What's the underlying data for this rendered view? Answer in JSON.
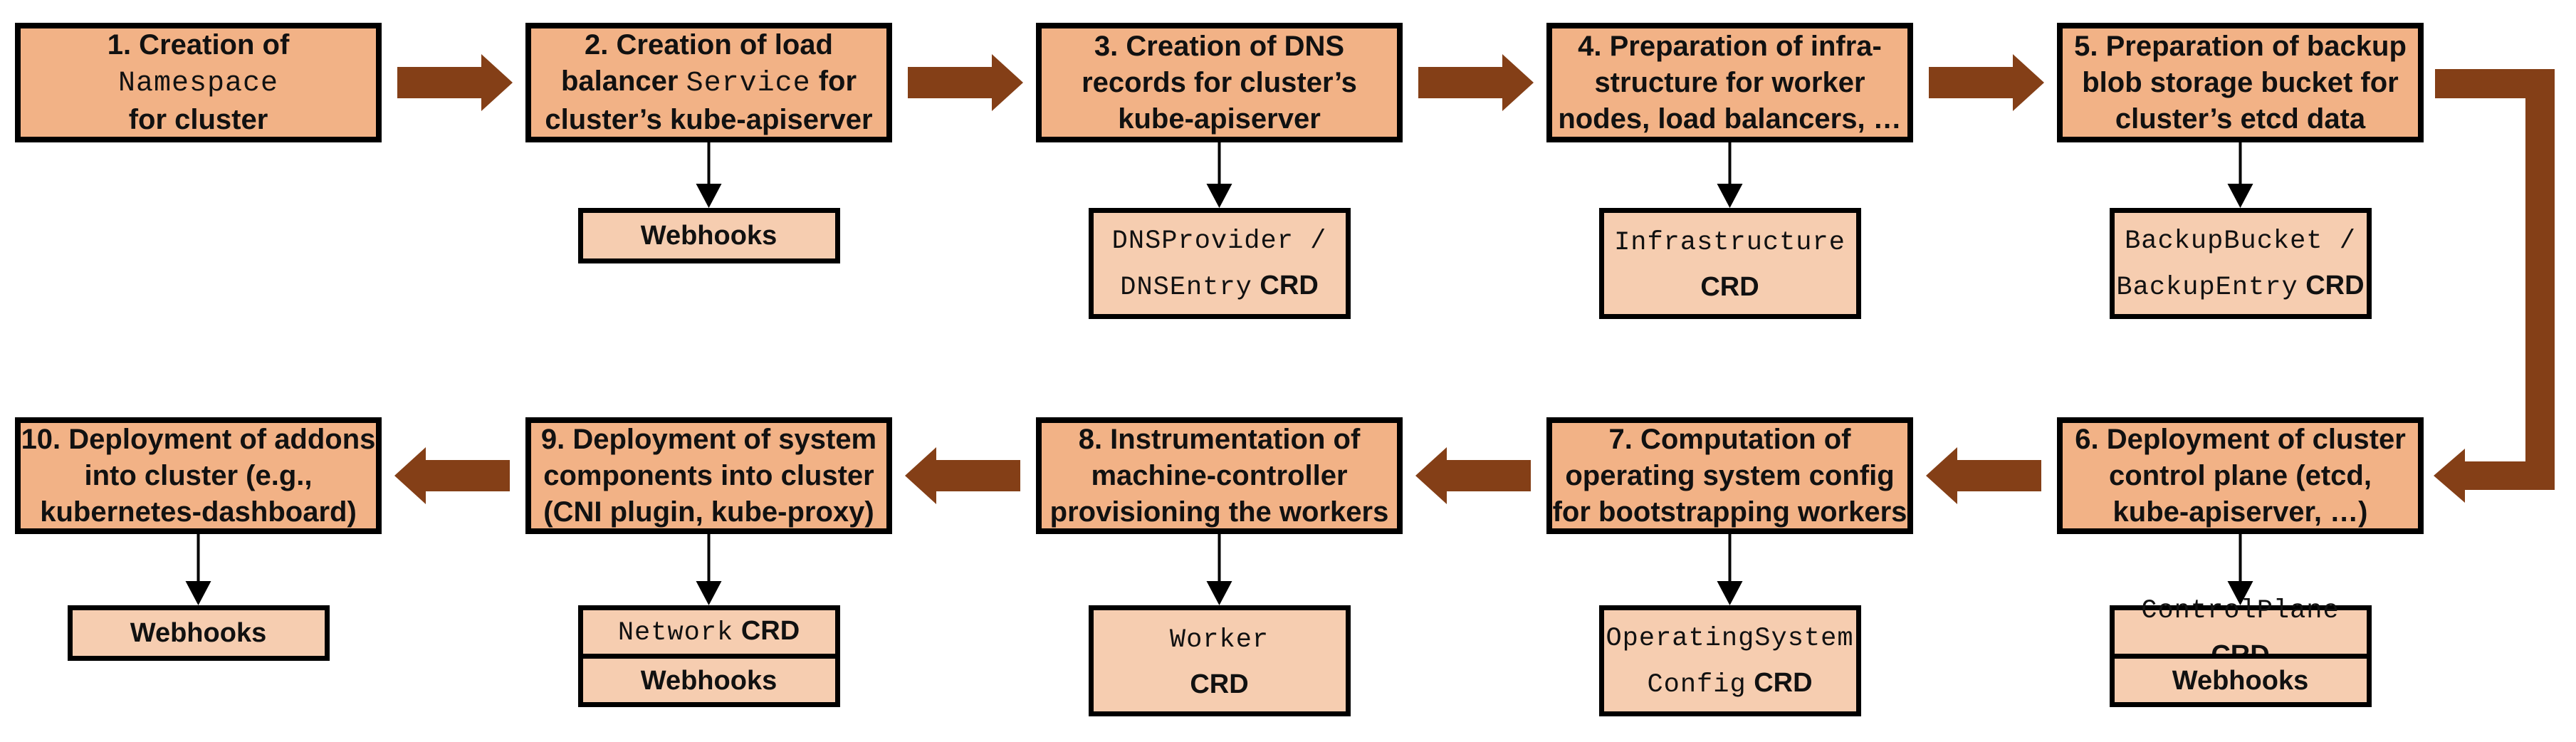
{
  "diagram_title": "Cluster creation flow with extension CRDs and webhooks",
  "theme": {
    "box_fill": "#F2B286",
    "sub_fill": "#F6CDB0",
    "arrow_color": "#843F17",
    "border_color": "#000000",
    "background": "#FFFFFF",
    "text_color": "#111111"
  },
  "flow": {
    "steps": [
      {
        "id": "step-1",
        "row": "top",
        "col": 0,
        "lines": [
          [
            {
              "t": "1. Creation of"
            }
          ],
          [
            {
              "t": "Namespace",
              "f": "mono"
            }
          ],
          [
            {
              "t": "for cluster"
            }
          ]
        ],
        "children": []
      },
      {
        "id": "step-2",
        "row": "top",
        "col": 1,
        "lines": [
          [
            {
              "t": "2. Creation of load"
            }
          ],
          [
            {
              "t": "balancer "
            },
            {
              "t": "Service",
              "f": "mono"
            },
            {
              "t": " for"
            }
          ],
          [
            {
              "t": "cluster’s kube-apiserver"
            }
          ]
        ],
        "children": [
          {
            "kind": "webhooks",
            "lines": [
              [
                {
                  "t": "Webhooks"
                }
              ]
            ]
          }
        ]
      },
      {
        "id": "step-3",
        "row": "top",
        "col": 2,
        "lines": [
          [
            {
              "t": "3. Creation of DNS"
            }
          ],
          [
            {
              "t": "records for cluster’s"
            }
          ],
          [
            {
              "t": "kube-apiserver"
            }
          ]
        ],
        "children": [
          {
            "kind": "crd",
            "lines": [
              [
                {
                  "t": "DNSProvider /",
                  "f": "mono"
                }
              ],
              [
                {
                  "t": "DNSEntry",
                  "f": "mono"
                },
                {
                  "t": " CRD"
                }
              ]
            ]
          }
        ]
      },
      {
        "id": "step-4",
        "row": "top",
        "col": 3,
        "lines": [
          [
            {
              "t": "4. Preparation of infra-"
            }
          ],
          [
            {
              "t": "structure for worker"
            }
          ],
          [
            {
              "t": "nodes, load balancers, …"
            }
          ]
        ],
        "children": [
          {
            "kind": "crd",
            "lines": [
              [
                {
                  "t": "Infrastructure",
                  "f": "mono"
                }
              ],
              [
                {
                  "t": "CRD"
                }
              ]
            ]
          }
        ]
      },
      {
        "id": "step-5",
        "row": "top",
        "col": 4,
        "lines": [
          [
            {
              "t": "5. Preparation of backup"
            }
          ],
          [
            {
              "t": "blob storage bucket for"
            }
          ],
          [
            {
              "t": "cluster’s etcd data"
            }
          ]
        ],
        "children": [
          {
            "kind": "crd",
            "lines": [
              [
                {
                  "t": "BackupBucket /",
                  "f": "mono"
                }
              ],
              [
                {
                  "t": "BackupEntry",
                  "f": "mono"
                },
                {
                  "t": " CRD"
                }
              ]
            ]
          }
        ]
      },
      {
        "id": "step-6",
        "row": "bottom",
        "col": 4,
        "lines": [
          [
            {
              "t": "6. Deployment of cluster"
            }
          ],
          [
            {
              "t": "control plane (etcd,"
            }
          ],
          [
            {
              "t": "kube-apiserver, …)"
            }
          ]
        ],
        "children": [
          {
            "kind": "crd",
            "lines": [
              [
                {
                  "t": "ControlPlane",
                  "f": "mono"
                },
                {
                  "t": " CRD"
                }
              ]
            ]
          },
          {
            "kind": "webhooks",
            "lines": [
              [
                {
                  "t": "Webhooks"
                }
              ]
            ]
          }
        ]
      },
      {
        "id": "step-7",
        "row": "bottom",
        "col": 3,
        "lines": [
          [
            {
              "t": "7. Computation of"
            }
          ],
          [
            {
              "t": "operating system config"
            }
          ],
          [
            {
              "t": "for bootstrapping workers"
            }
          ]
        ],
        "children": [
          {
            "kind": "crd",
            "lines": [
              [
                {
                  "t": "OperatingSystem",
                  "f": "mono"
                }
              ],
              [
                {
                  "t": "Config",
                  "f": "mono"
                },
                {
                  "t": " CRD"
                }
              ]
            ]
          }
        ]
      },
      {
        "id": "step-8",
        "row": "bottom",
        "col": 2,
        "lines": [
          [
            {
              "t": "8. Instrumentation of"
            }
          ],
          [
            {
              "t": "machine-controller"
            }
          ],
          [
            {
              "t": "provisioning the workers"
            }
          ]
        ],
        "children": [
          {
            "kind": "crd",
            "lines": [
              [
                {
                  "t": "Worker",
                  "f": "mono"
                }
              ],
              [
                {
                  "t": "CRD"
                }
              ]
            ]
          }
        ]
      },
      {
        "id": "step-9",
        "row": "bottom",
        "col": 1,
        "lines": [
          [
            {
              "t": "9. Deployment of system"
            }
          ],
          [
            {
              "t": "components into cluster"
            }
          ],
          [
            {
              "t": "(CNI plugin, kube-proxy)"
            }
          ]
        ],
        "children": [
          {
            "kind": "crd",
            "lines": [
              [
                {
                  "t": "Network",
                  "f": "mono"
                },
                {
                  "t": " CRD"
                }
              ]
            ]
          },
          {
            "kind": "webhooks",
            "lines": [
              [
                {
                  "t": "Webhooks"
                }
              ]
            ]
          }
        ]
      },
      {
        "id": "step-10",
        "row": "bottom",
        "col": 0,
        "lines": [
          [
            {
              "t": "10. Deployment of addons"
            }
          ],
          [
            {
              "t": "into cluster (e.g.,"
            }
          ],
          [
            {
              "t": "kubernetes-dashboard)"
            }
          ]
        ],
        "children": [
          {
            "kind": "webhooks",
            "lines": [
              [
                {
                  "t": "Webhooks"
                }
              ]
            ]
          }
        ]
      }
    ],
    "connections": [
      {
        "from": "step-1",
        "to": "step-2",
        "type": "block-right"
      },
      {
        "from": "step-2",
        "to": "step-3",
        "type": "block-right"
      },
      {
        "from": "step-3",
        "to": "step-4",
        "type": "block-right"
      },
      {
        "from": "step-4",
        "to": "step-5",
        "type": "block-right"
      },
      {
        "from": "step-5",
        "to": "step-6",
        "type": "elbow-right-down"
      },
      {
        "from": "step-6",
        "to": "step-7",
        "type": "block-left"
      },
      {
        "from": "step-7",
        "to": "step-8",
        "type": "block-left"
      },
      {
        "from": "step-8",
        "to": "step-9",
        "type": "block-left"
      },
      {
        "from": "step-9",
        "to": "step-10",
        "type": "block-left"
      }
    ]
  }
}
